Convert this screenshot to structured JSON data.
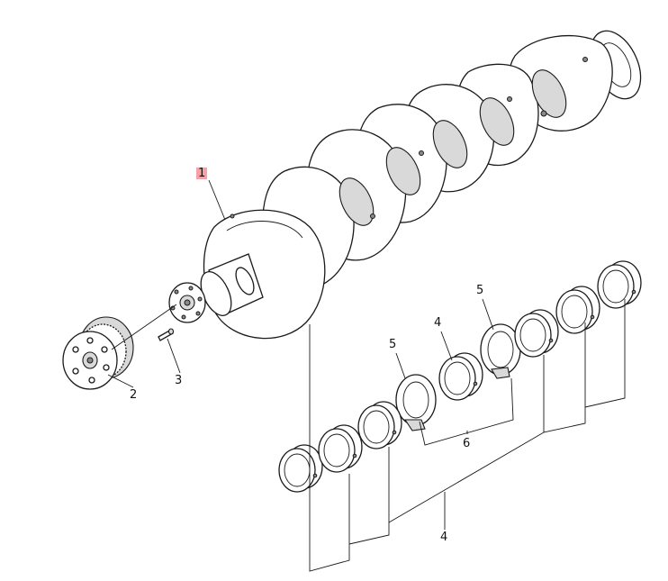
{
  "callouts": [
    {
      "id": "c1",
      "text": "1",
      "highlighted": true
    },
    {
      "id": "c2",
      "text": "2"
    },
    {
      "id": "c3",
      "text": "3"
    },
    {
      "id": "c4a",
      "text": "4"
    },
    {
      "id": "c4b",
      "text": "4"
    },
    {
      "id": "c5a",
      "text": "5"
    },
    {
      "id": "c5b",
      "text": "5"
    },
    {
      "id": "c6",
      "text": "6"
    }
  ],
  "colors": {
    "highlight": "#f2a3a8",
    "line": "#1a1a1a",
    "shade": "#d9d9d9"
  }
}
